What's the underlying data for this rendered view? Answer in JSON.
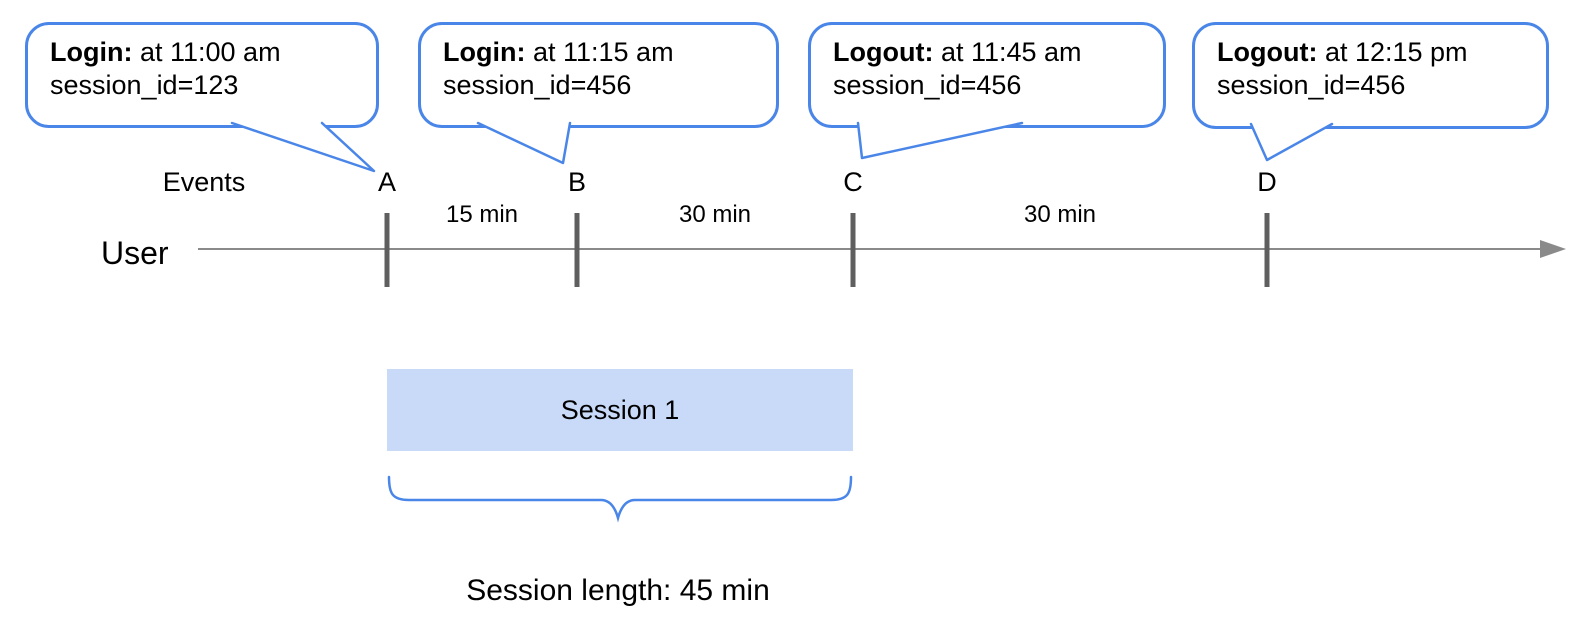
{
  "colors": {
    "accent_blue": "#4a86e8",
    "session_fill": "#c9daf8",
    "timeline_gray": "#8a8a8a",
    "tick_gray": "#5f5f5f"
  },
  "labels": {
    "events": "Events",
    "user": "User",
    "session_box": "Session 1",
    "session_length": "Session length: 45 min"
  },
  "bubbles": [
    {
      "event": "A",
      "action": "Login:",
      "time_text": " at 11:00 am",
      "session_text": "session_id=123"
    },
    {
      "event": "B",
      "action": "Login:",
      "time_text": " at 11:15 am",
      "session_text": "session_id=456"
    },
    {
      "event": "C",
      "action": "Logout:",
      "time_text": " at 11:45 am",
      "session_text": "session_id=456"
    },
    {
      "event": "D",
      "action": "Logout:",
      "time_text": " at 12:15 pm",
      "session_text": "session_id=456"
    }
  ],
  "markers": [
    "A",
    "B",
    "C",
    "D"
  ],
  "intervals": [
    "15 min",
    "30 min",
    "30 min"
  ]
}
